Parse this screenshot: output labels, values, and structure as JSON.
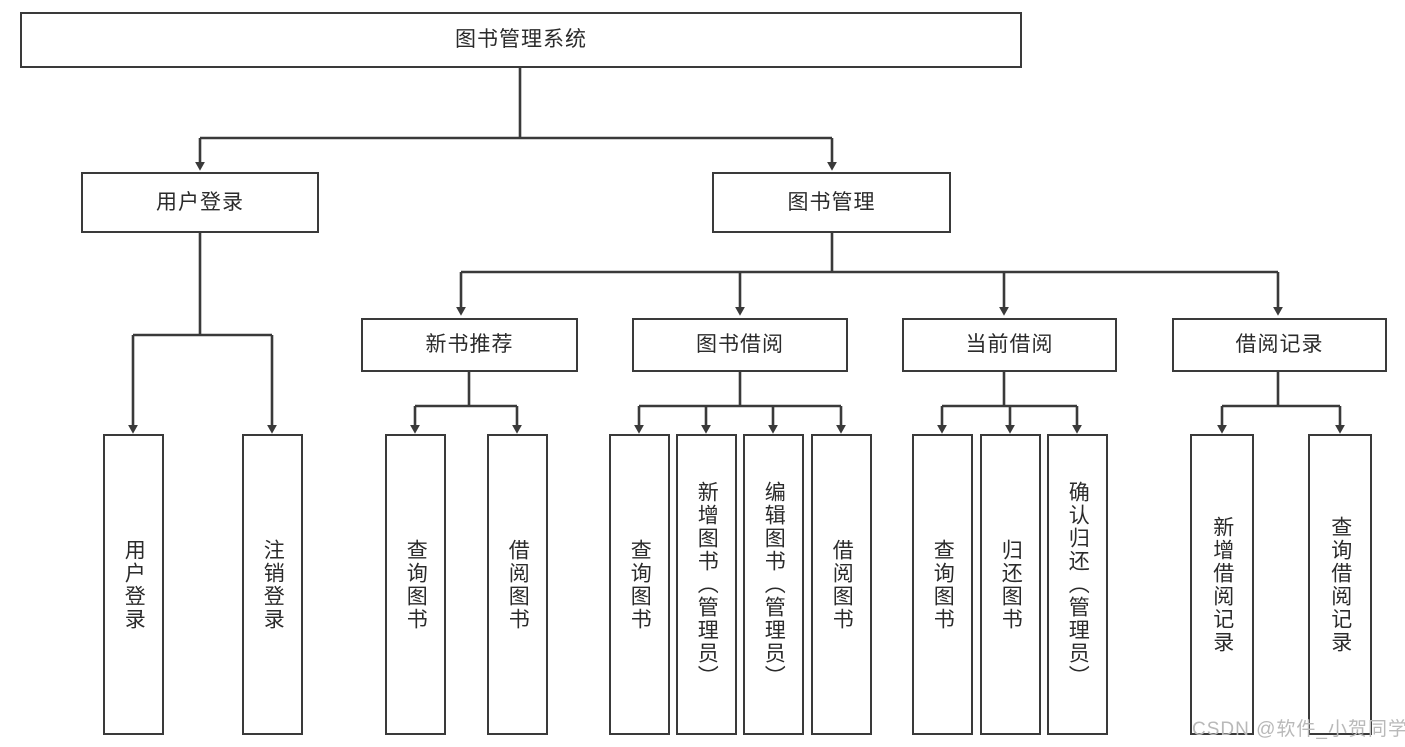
{
  "diagram": {
    "title": "图书管理系统",
    "type": "tree-hierarchy",
    "root": {
      "label": "图书管理系统"
    },
    "level2": [
      {
        "label": "用户登录"
      },
      {
        "label": "图书管理"
      }
    ],
    "level3": [
      {
        "label": "新书推荐"
      },
      {
        "label": "图书借阅"
      },
      {
        "label": "当前借阅"
      },
      {
        "label": "借阅记录"
      }
    ],
    "leaves": {
      "user_login": [
        {
          "label": "用户登录"
        },
        {
          "label": "注销登录"
        }
      ],
      "new_book_recommend": [
        {
          "label": "查询图书"
        },
        {
          "label": "借阅图书"
        }
      ],
      "book_borrow": [
        {
          "label": "查询图书"
        },
        {
          "label": "新增图书（管理员）"
        },
        {
          "label": "编辑图书（管理员）"
        },
        {
          "label": "借阅图书"
        }
      ],
      "current_borrow": [
        {
          "label": "查询图书"
        },
        {
          "label": "归还图书"
        },
        {
          "label": "确认归还（管理员）"
        }
      ],
      "borrow_records": [
        {
          "label": "新增借阅记录"
        },
        {
          "label": "查询借阅记录"
        }
      ]
    }
  },
  "watermark": {
    "text": "CSDN @软件_小贺同学"
  },
  "colors": {
    "stroke": "#3a3a3a",
    "fill": "#ffffff",
    "text": "#2b2b2b",
    "watermark": "#b9b9b9"
  }
}
